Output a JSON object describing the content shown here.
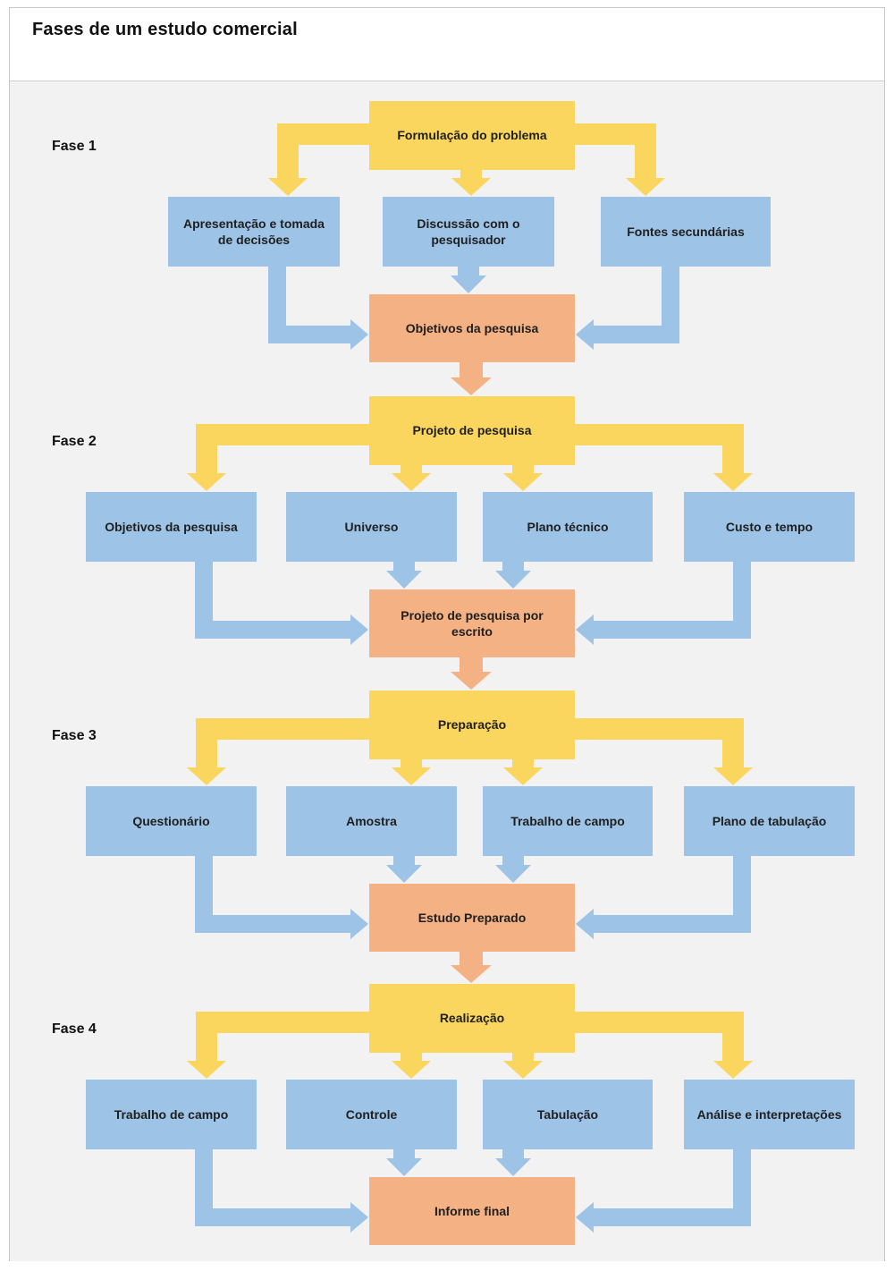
{
  "title": "Fases de um estudo comercial",
  "colors": {
    "phase_source_fill": "#FBD65E",
    "activity_fill": "#9DC3E6",
    "result_fill": "#F4B183",
    "canvas_background": "#F2F2F2",
    "panel_background": "#FFFFFF",
    "border": "#C8C8C8",
    "text": "#1A1A1A"
  },
  "phases": [
    {
      "label": "Fase 1",
      "source": "Formulação do problema",
      "activities": [
        "Apresentação e tomada de decisões",
        "Discussão com o pesquisador",
        "Fontes secundárias"
      ],
      "result": "Objetivos da pesquisa"
    },
    {
      "label": "Fase 2",
      "source": "Projeto de pesquisa",
      "activities": [
        "Objetivos da pesquisa",
        "Universo",
        "Plano técnico",
        "Custo e tempo"
      ],
      "result": "Projeto de pesquisa por escrito"
    },
    {
      "label": "Fase 3",
      "source": "Preparação",
      "activities": [
        "Questionário",
        "Amostra",
        "Trabalho de campo",
        "Plano de tabulação"
      ],
      "result": "Estudo Preparado"
    },
    {
      "label": "Fase 4",
      "source": "Realização",
      "activities": [
        "Trabalho de campo",
        "Controle",
        "Tabulação",
        "Análise e interpretações"
      ],
      "result": "Informe final"
    }
  ]
}
